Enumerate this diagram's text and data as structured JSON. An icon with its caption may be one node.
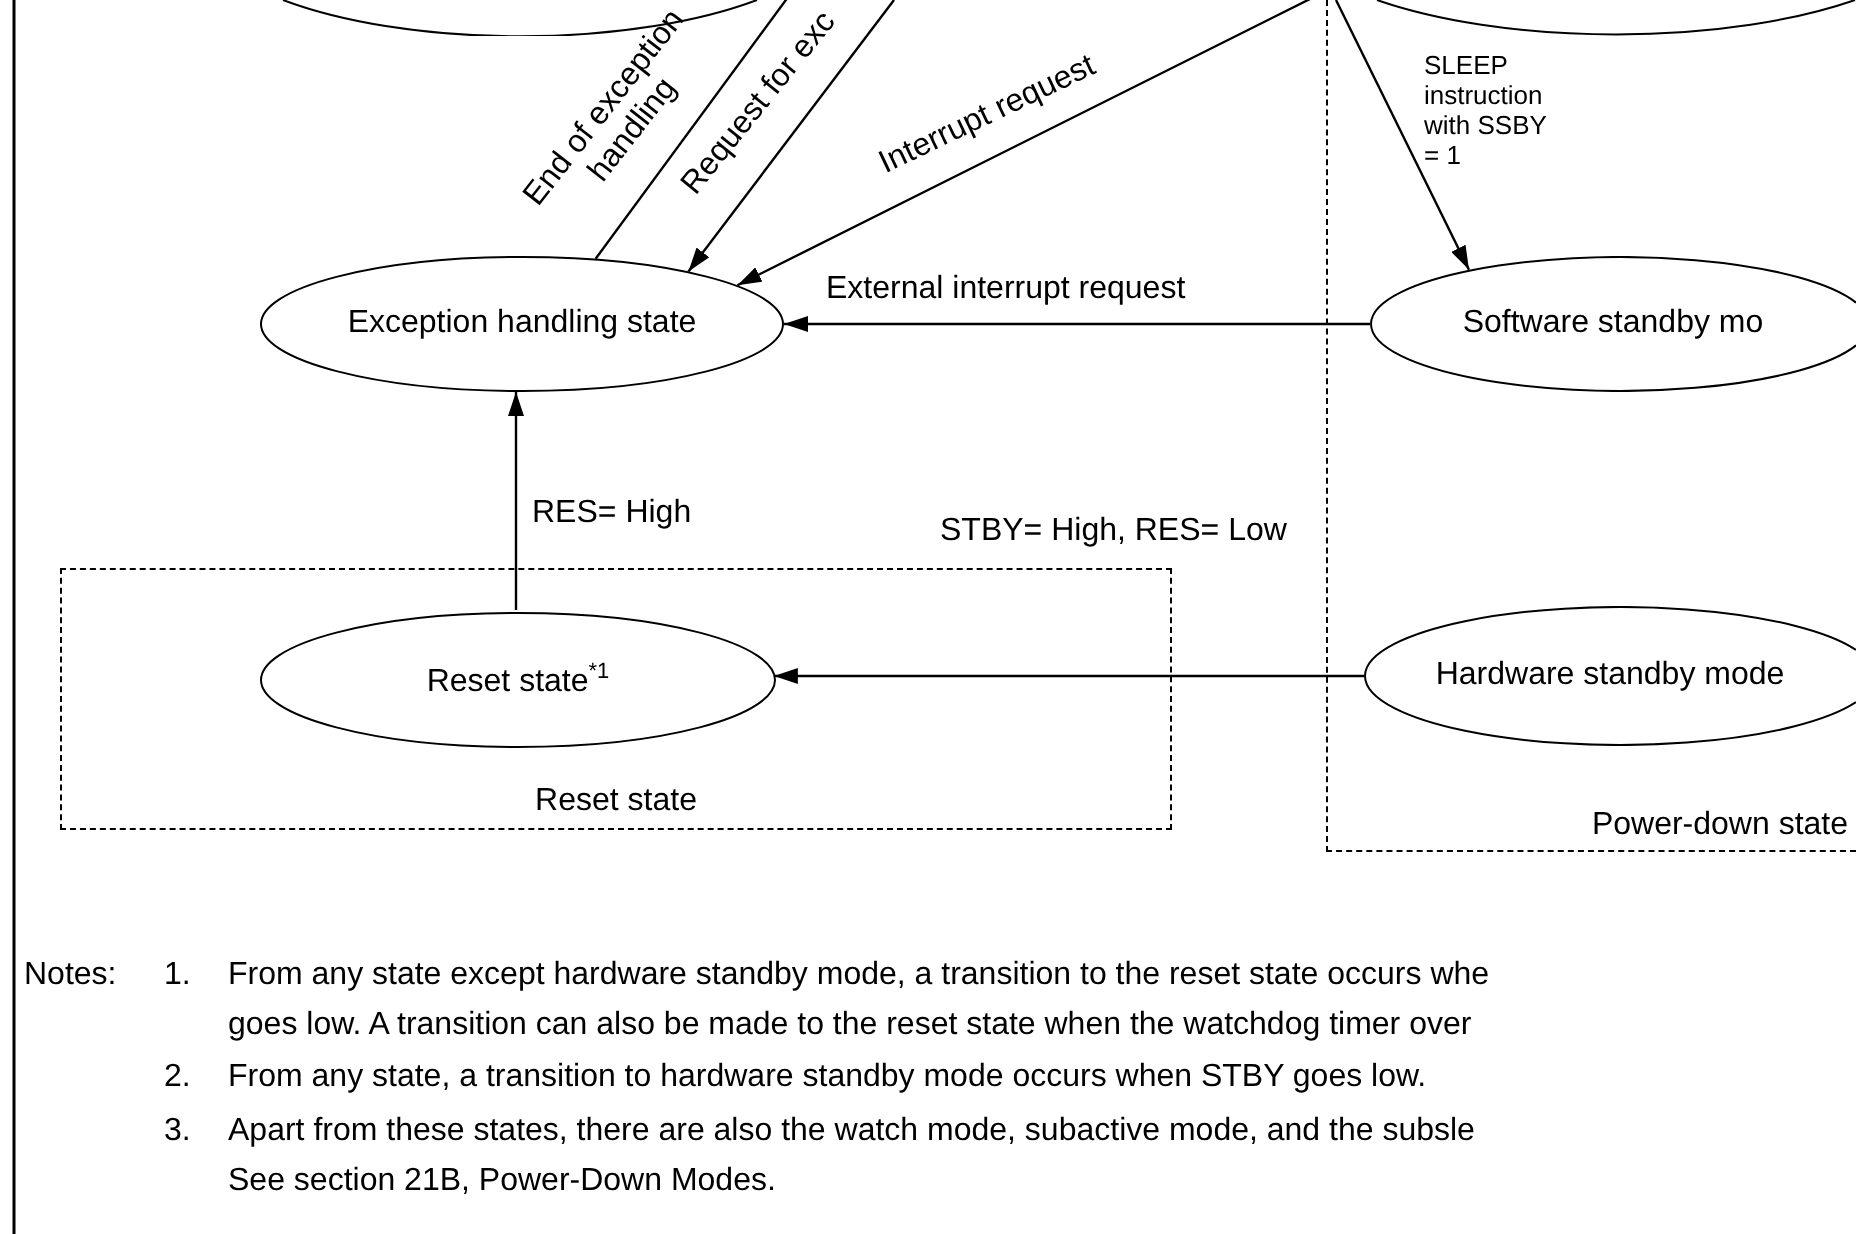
{
  "diagram": {
    "nodes": [
      {
        "text": [],
        "shape": "ellipse"
      },
      {
        "text": [
          "Power-down state"
        ]
      },
      {
        "text": [],
        "shape": "ellipse",
        "in": 1
      },
      {
        "text": [
          "Exception handling state"
        ]
      },
      {
        "text": [
          "Software standby mo"
        ],
        "in": 1
      },
      {
        "text": [
          "Reset state"
        ]
      },
      {
        "text": [
          "Reset state$^{*1}$"
        ],
        "in": 5
      },
      {
        "text": [
          "Hardware standby mode"
        ],
        "in": 1
      }
    ],
    "edges": [
      {
        "from": 3,
        "to": 0,
        "arrow": "none",
        "label": "End of exception handling"
      },
      {
        "from": null,
        "to": 3,
        "arrow": "to",
        "label": "Request for exc"
      },
      {
        "from": 2,
        "to": 3,
        "arrow": "to",
        "label": "Interrupt request"
      },
      {
        "from": null,
        "to": 4,
        "arrow": "to",
        "label": "SLEEP instruction with SSBY = 1"
      },
      {
        "from": 4,
        "to": 3,
        "arrow": "to",
        "label": "External interrupt request"
      },
      {
        "from": 6,
        "to": 3,
        "arrow": "to",
        "label": "RES= High"
      },
      {
        "from": 7,
        "to": 6,
        "arrow": "to",
        "label": "STBY= High, RES= Low"
      }
    ],
    "labels": [
      "Notes:",
      "1.",
      "From any state except hardware standby mode, a transition to the reset state occurs whe",
      "goes low. A transition can also be made to the reset state when the watchdog timer over",
      "2.",
      "From any state, a transition to hardware standby mode occurs when STBY goes low.",
      "3.",
      "Apart from these states, there are also the watch mode, subactive mode, and the subsle",
      "See section 21B, Power-Down Modes."
    ]
  }
}
